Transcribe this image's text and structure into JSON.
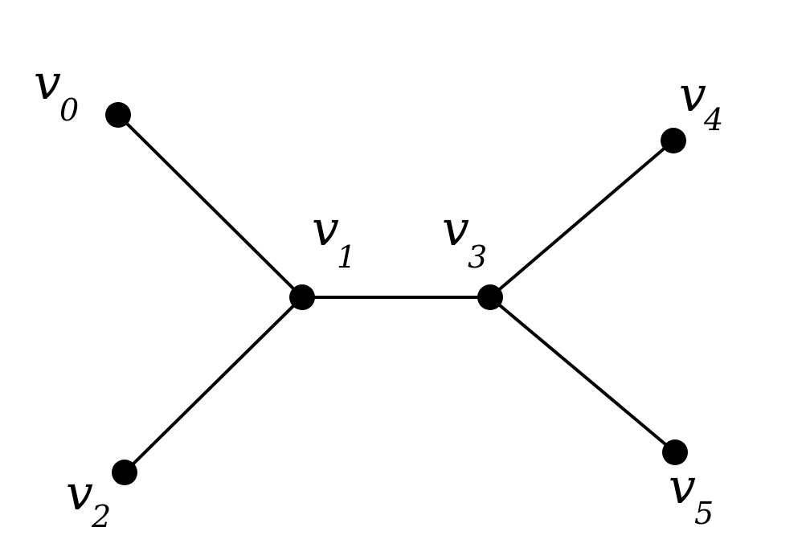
{
  "diagram": {
    "type": "graph",
    "vertices": [
      {
        "id": "v0",
        "label": "v",
        "subscript": "0"
      },
      {
        "id": "v1",
        "label": "v",
        "subscript": "1"
      },
      {
        "id": "v2",
        "label": "v",
        "subscript": "2"
      },
      {
        "id": "v3",
        "label": "v",
        "subscript": "3"
      },
      {
        "id": "v4",
        "label": "v",
        "subscript": "4"
      },
      {
        "id": "v5",
        "label": "v",
        "subscript": "5"
      }
    ],
    "edges": [
      [
        "v0",
        "v1"
      ],
      [
        "v2",
        "v1"
      ],
      [
        "v1",
        "v3"
      ],
      [
        "v3",
        "v4"
      ],
      [
        "v3",
        "v5"
      ]
    ],
    "colors": {
      "ink": "#000000",
      "background": "#ffffff"
    }
  }
}
